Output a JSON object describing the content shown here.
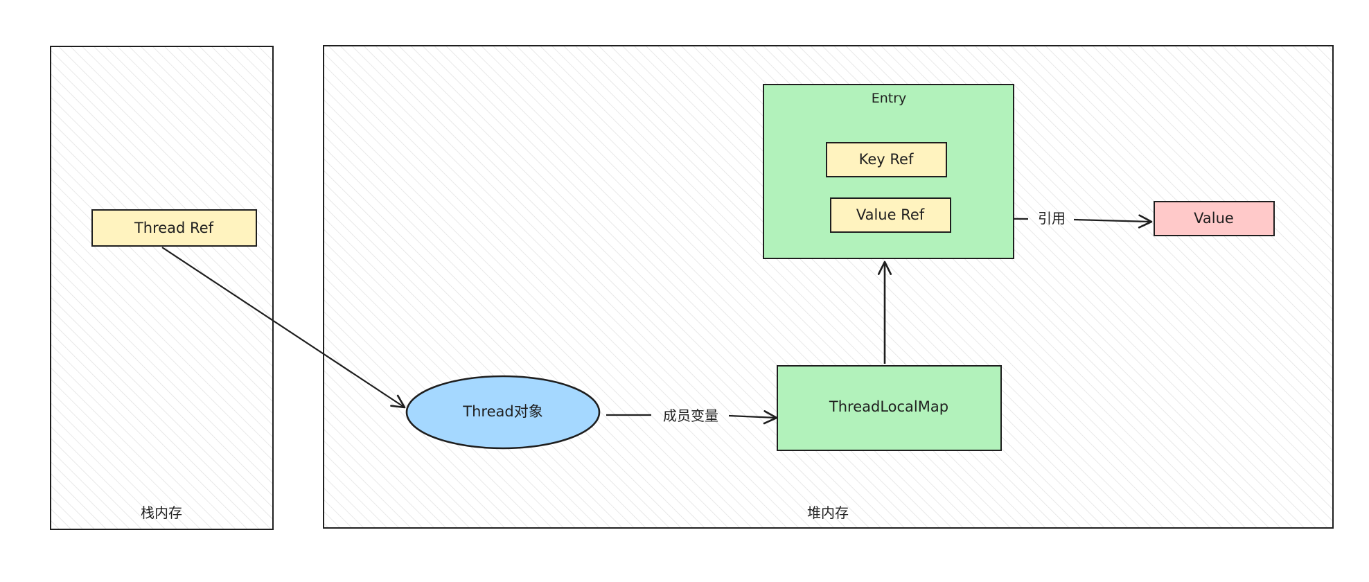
{
  "regions": {
    "stack": {
      "label": "栈内存"
    },
    "heap": {
      "label": "堆内存"
    }
  },
  "nodes": {
    "thread_ref": {
      "label": "Thread Ref",
      "fill": "#fff3bf"
    },
    "thread_object": {
      "label": "Thread对象",
      "fill": "#a5d8ff"
    },
    "thread_local_map": {
      "label": "ThreadLocalMap",
      "fill": "#b2f2bb"
    },
    "entry": {
      "label": "Entry",
      "fill": "#b2f2bb"
    },
    "key_ref": {
      "label": "Key Ref",
      "fill": "#fff3bf"
    },
    "value_ref": {
      "label": "Value Ref",
      "fill": "#fff3bf"
    },
    "value": {
      "label": "Value",
      "fill": "#ffc9c9"
    }
  },
  "edges": {
    "member_variable": {
      "label": "成员变量"
    },
    "reference": {
      "label": "引用"
    }
  },
  "colors": {
    "stroke": "#1e1e1e",
    "hatch": "#e6e6e6",
    "background": "#ffffff"
  }
}
